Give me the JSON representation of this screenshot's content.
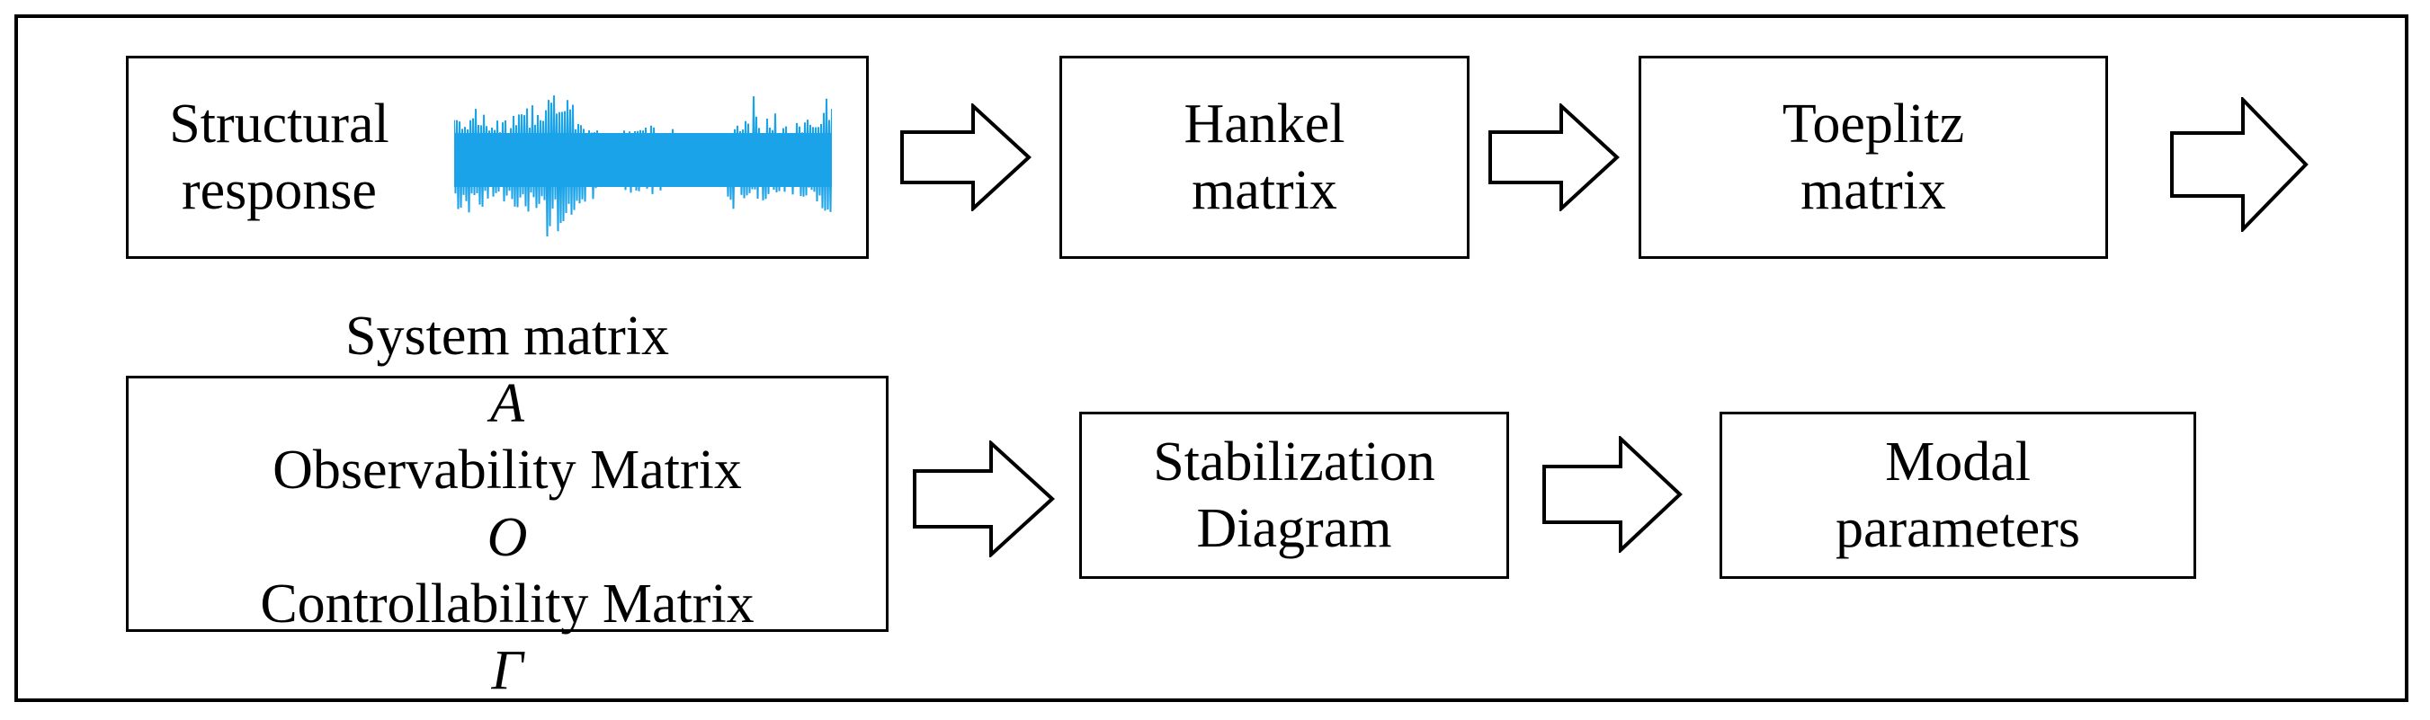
{
  "diagram": {
    "row1": {
      "structural_response": {
        "line1": "Structural",
        "line2": "response",
        "waveform_color": "#1aa3e8"
      },
      "hankel": {
        "line1": "Hankel",
        "line2": "matrix"
      },
      "toeplitz": {
        "line1": "Toeplitz",
        "line2": "matrix"
      }
    },
    "row2": {
      "system": {
        "line1_text": "System matrix ",
        "line1_sym": "A",
        "line2_text": "Observability Matrix ",
        "line2_sym": "O",
        "line3_text": "Controllability Matrix ",
        "line3_sym": "Γ"
      },
      "stabilization": {
        "line1": "Stabilization",
        "line2": "Diagram"
      },
      "modal": {
        "line1": "Modal",
        "line2": "parameters"
      }
    }
  }
}
